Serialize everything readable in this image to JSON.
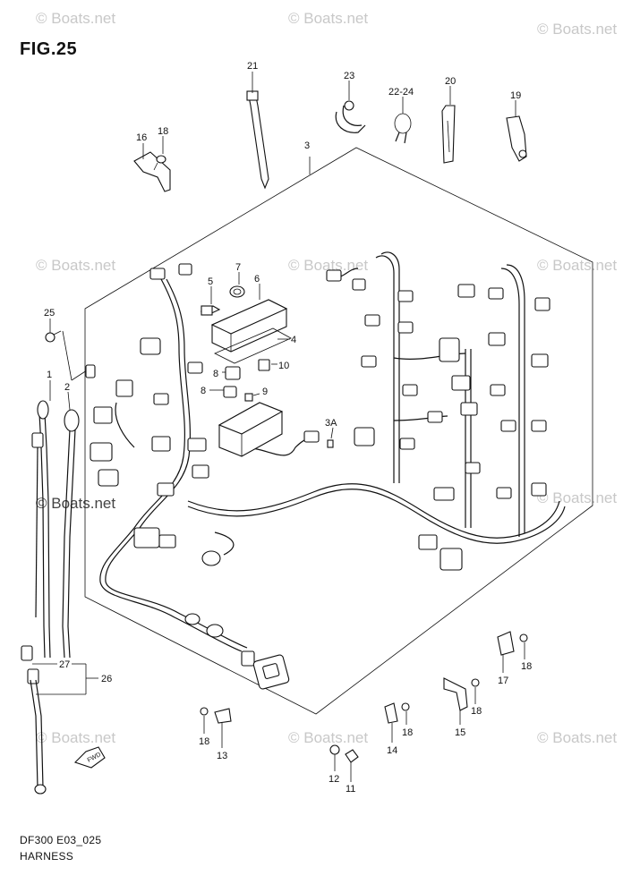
{
  "figure": {
    "title": "FIG.25",
    "code": "DF300 E03_025",
    "name": "HARNESS"
  },
  "watermark": "© Boats.net",
  "fwd_label": "FWD",
  "callouts": {
    "c21": "21",
    "c23": "23",
    "c22_24": "22-24",
    "c20": "20",
    "c19": "19",
    "c16": "16",
    "c18a": "18",
    "c3": "3",
    "c7": "7",
    "c5": "5",
    "c6": "6",
    "c4": "4",
    "c8a": "8",
    "c10": "10",
    "c8b": "8",
    "c9": "9",
    "c3a": "3A",
    "c25": "25",
    "c1": "1",
    "c2": "2",
    "c27": "27",
    "c26": "26",
    "c18b": "18",
    "c17": "17",
    "c18c": "18",
    "c15": "15",
    "c18d": "18",
    "c14": "14",
    "c18e": "18",
    "c13": "13",
    "c12": "12",
    "c11": "11"
  }
}
